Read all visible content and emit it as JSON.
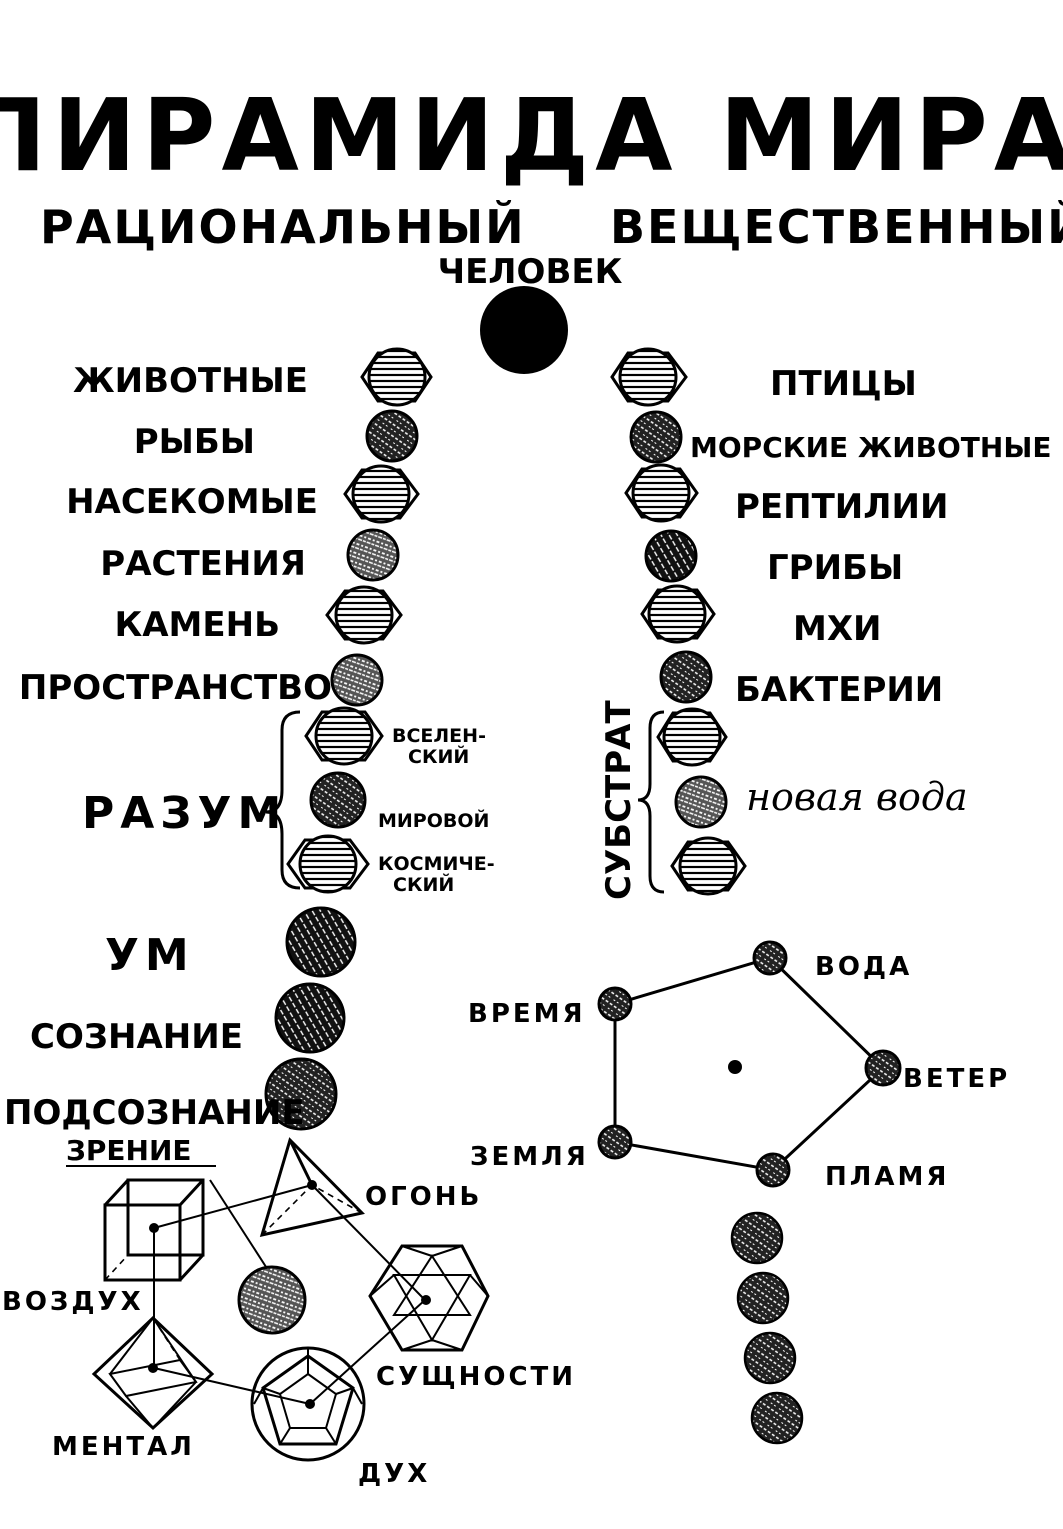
{
  "title": "ПИРАМИДА МИРА",
  "columns": {
    "left": "РАЦИОНАЛЬНЫЙ",
    "right": "ВЕЩЕСТВЕННЫЙ"
  },
  "apex": "ЧЕЛОВЕК",
  "left_levels": [
    "ЖИВОТНЫЕ",
    "РЫБЫ",
    "НАСЕКОМЫЕ",
    "РАСТЕНИЯ",
    "КАМЕНЬ",
    "ПРОСТРАНСТВО"
  ],
  "right_levels": [
    "ПТИЦЫ",
    "МОРСКИЕ ЖИВОТНЫЕ",
    "РЕПТИЛИИ",
    "ГРИБЫ",
    "МХИ",
    "БАКТЕРИИ"
  ],
  "razum": {
    "label": "РАЗУМ",
    "sub_lines": [
      [
        "ВСЕЛЕН-",
        "СКИЙ"
      ],
      [
        "МИРОВОЙ"
      ],
      [
        "КОСМИЧЕ-",
        "СКИЙ"
      ]
    ]
  },
  "substrat": {
    "label": "СУБСТРАТ",
    "note": "новая вода"
  },
  "mind_levels": [
    "УМ",
    "СОЗНАНИЕ",
    "ПОДСОЗНАНИЕ"
  ],
  "zrenie": "ЗРЕНИЕ",
  "elements": [
    "ВОДА",
    "ВРЕМЯ",
    "ВЕТЕР",
    "ЗЕМЛЯ",
    "ПЛАМЯ"
  ],
  "solids": [
    "ВОЗДУХ",
    "ОГОНЬ",
    "СУЩНОСТИ",
    "МЕНТАЛ",
    "ДУХ"
  ]
}
